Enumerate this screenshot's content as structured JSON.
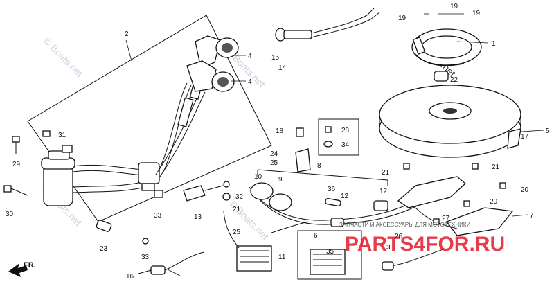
{
  "callouts": {
    "c1": "1",
    "c2": "2",
    "c3": "3",
    "c4a": "4",
    "c4b": "4",
    "c5": "5",
    "c6": "6",
    "c7": "7",
    "c8": "8",
    "c9": "9",
    "c10": "10",
    "c11": "11",
    "c12a": "12",
    "c12b": "12",
    "c13": "13",
    "c14": "14",
    "c15": "15",
    "c16": "16",
    "c17": "17",
    "c18": "18",
    "c19a": "19",
    "c19b": "19",
    "c19c": "19",
    "c20a": "20",
    "c20b": "20",
    "c21a": "21",
    "c21b": "21",
    "c21c": "21",
    "c22": "22",
    "c23": "23",
    "c24": "24",
    "c25a": "25",
    "c25b": "25",
    "c26": "26",
    "c27": "27",
    "c28": "28",
    "c29": "29",
    "c30": "30",
    "c31": "31",
    "c32": "32",
    "c33a": "33",
    "c33b": "33",
    "c34": "34",
    "c35": "35",
    "c36": "36"
  },
  "front_label": "FR.",
  "watermarks": {
    "boats": "© Boats.net",
    "ru_brand": "PARTS4FOR.RU",
    "ru_caption": "ЗАПЧАСТИ И АКСЕССУАРЫ ДЛЯ МОТОТЕХНИКИ"
  }
}
